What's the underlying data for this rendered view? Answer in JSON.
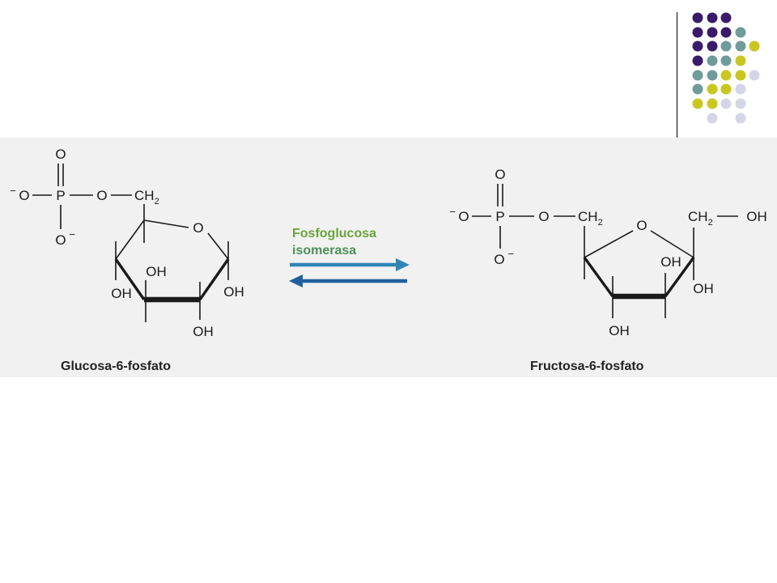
{
  "slide": {
    "palette": {
      "page_background": "#ffffff",
      "figure_background": "#f1f1f1",
      "ink": "#1a1a1a",
      "dot_purple": "#3b1a6b",
      "dot_teal": "#6f9c9a",
      "dot_yellow": "#c9c71d",
      "dot_lavender": "#d5d5e9",
      "enzyme_text": "#6aa43a",
      "enzyme_text_secondary": "#4b9159",
      "arrow_forward": "#2e86b6",
      "arrow_reverse": "#21609f"
    },
    "reaction": {
      "enzyme": {
        "line1": "Fosfoglucosa",
        "line2": "isomerasa"
      },
      "substrate": {
        "name": "Glucosa-6-fosfato",
        "phosphate": {
          "o_double": "O",
          "o_left": "O",
          "o_left_charge": "−",
          "p": "P",
          "o_bridge": "O",
          "o_bottom": "O",
          "o_bottom_charge": "−"
        },
        "c6": {
          "atoms": "CH",
          "subscript": "2"
        },
        "ring_oxygen": "O",
        "hydroxyls": {
          "c3": "OH",
          "c4": "OH",
          "c1": "OH",
          "c2": "OH"
        }
      },
      "product": {
        "name": "Fructosa-6-fosfato",
        "phosphate": {
          "o_double": "O",
          "o_left": "O",
          "o_left_charge": "−",
          "p": "P",
          "o_bridge": "O",
          "o_bottom": "O",
          "o_bottom_charge": "−"
        },
        "c6": {
          "atoms": "CH",
          "subscript": "2"
        },
        "ring_oxygen": "O",
        "c1": {
          "atoms": "CH",
          "subscript": "2",
          "hydroxyl": "OH"
        },
        "hydroxyls": {
          "c3": "OH",
          "c2": "OH",
          "c4": "OH"
        }
      }
    }
  }
}
